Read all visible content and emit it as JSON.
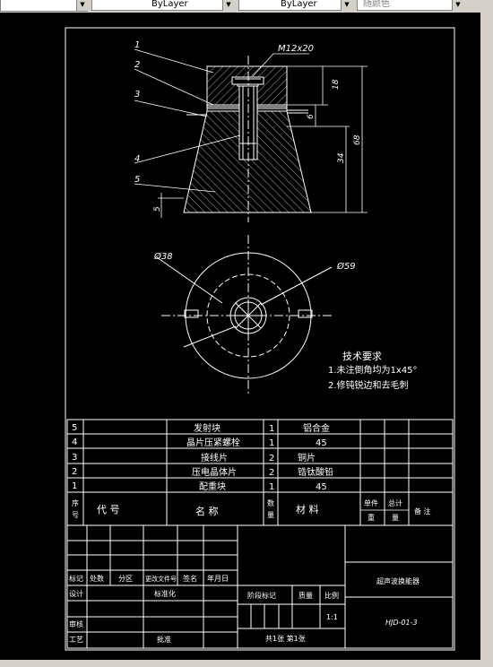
{
  "toolbar": {
    "linetype": "ByLayer",
    "lineweight": "ByLayer",
    "plotstyle": "随颜色"
  },
  "drawing": {
    "labels": {
      "l1": "1",
      "l2": "2",
      "l3": "3",
      "l4": "4",
      "l5": "5",
      "thread": "M12x20",
      "dim18": "18",
      "dim6": "6",
      "dim34": "34",
      "dim68": "68",
      "dim5": "5",
      "dia38": "Ø38",
      "dia59": "Ø59"
    },
    "notes": {
      "title": "技术要求",
      "line1": "1.未注倒角均为1x45°",
      "line2": "2.修钝锐边和去毛刺"
    }
  },
  "bom": {
    "rows": [
      {
        "no": "5",
        "code": "",
        "name": "发射块",
        "qty": "1",
        "material": "铝合金"
      },
      {
        "no": "4",
        "code": "",
        "name": "晶片压紧螺栓",
        "qty": "1",
        "material": "45"
      },
      {
        "no": "3",
        "code": "",
        "name": "接线片",
        "qty": "2",
        "material": "铜片"
      },
      {
        "no": "2",
        "code": "",
        "name": "压电晶体片",
        "qty": "2",
        "material": "锆钛酸铅"
      },
      {
        "no": "1",
        "code": "",
        "name": "配重块",
        "qty": "1",
        "material": "45"
      }
    ],
    "header": {
      "no_1": "序",
      "no_2": "号",
      "code": "代  号",
      "name": "名  称",
      "qty_1": "数",
      "qty_2": "量",
      "material": "材  料",
      "single_1": "单件",
      "single_2": "重",
      "total_1": "总计",
      "total_2": "量",
      "remark": "备  注"
    }
  },
  "titleblock": {
    "mark": "标记",
    "count": "处数",
    "zone": "分区",
    "docno": "更改文件号",
    "sign": "签名",
    "date": "年月日",
    "design": "设计",
    "standard": "标准化",
    "stage": "阶段标记",
    "weight": "质量",
    "scale": "比例",
    "scale_val": "1:1",
    "review": "审核",
    "process": "工艺",
    "approve": "批准",
    "sheets": "共1张 第1张",
    "title": "超声波换能器",
    "drawing_no": "HJD-01-3"
  }
}
